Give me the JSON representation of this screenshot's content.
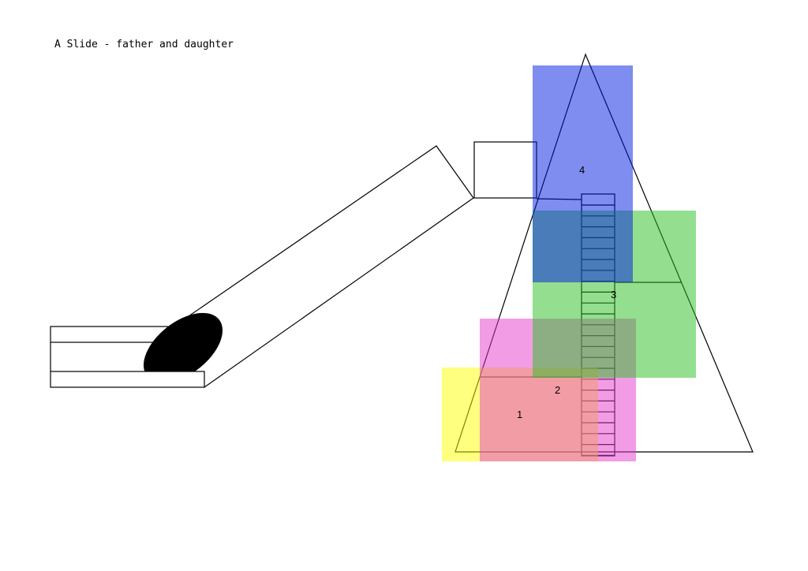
{
  "title": "A Slide - father and daughter",
  "areas": [
    {
      "label": "1",
      "color": "#fdfd00"
    },
    {
      "label": "2",
      "color": "#e539cd"
    },
    {
      "label": "3",
      "color": "#27bf1f"
    },
    {
      "label": "4",
      "color": "#0019e1"
    }
  ]
}
